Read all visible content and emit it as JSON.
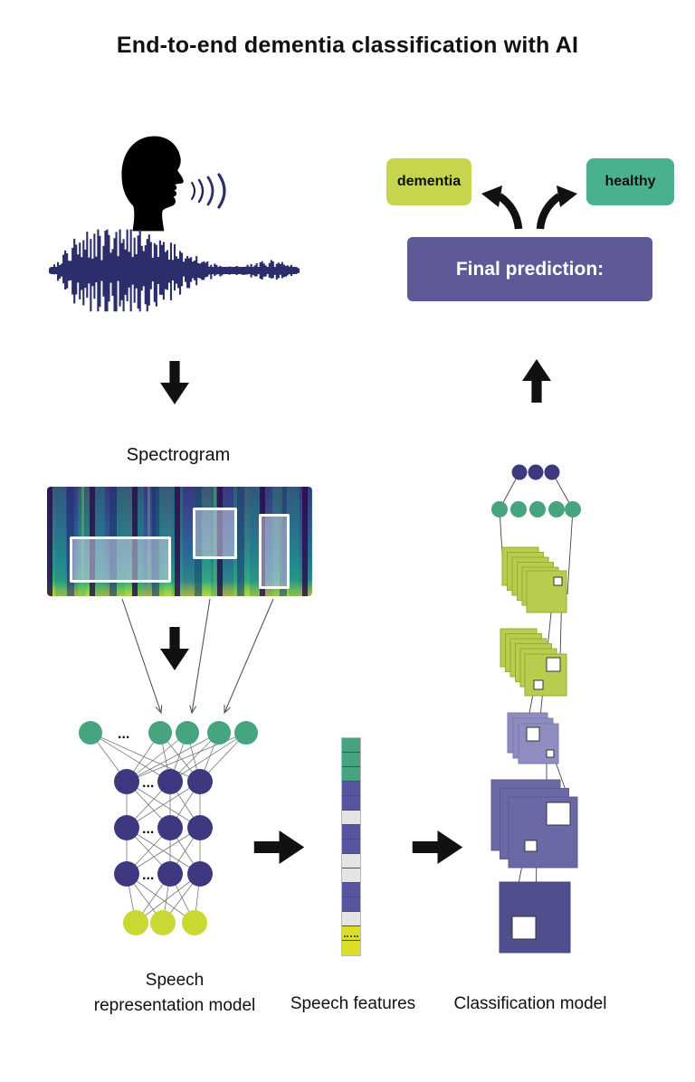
{
  "title": "End-to-end dementia classification with AI",
  "colors": {
    "navy": "#2b2e6b",
    "teal-node": "#46a47e",
    "purple-node": "#3e3880",
    "yellow-node": "#c9d832",
    "dementia-bg": "#c6d44e",
    "healthy-bg": "#49b18c",
    "prediction-bg": "#5d5a97",
    "yellow-stack": "#b9cc4d",
    "lavender": "#8f8cc0",
    "mid-purple": "#6b68a6",
    "dark-purple": "#514e8d",
    "cell-teal": "#45a47f",
    "cell-purple": "#5a55a2",
    "cell-gray": "#e4e4e4",
    "cell-yellow": "#dade25"
  },
  "prediction": {
    "label": "Final prediction:",
    "classes": [
      {
        "label": "dementia"
      },
      {
        "label": "healthy"
      }
    ]
  },
  "spectrogram": {
    "label": "Spectrogram"
  },
  "network": {
    "ellipsis": "..."
  },
  "speech_features": {
    "cells": [
      "teal",
      "teal",
      "teal",
      "purple",
      "purple",
      "gray",
      "purple",
      "purple",
      "gray",
      "gray",
      "purple",
      "purple",
      "gray",
      "yellow-dotted",
      "yellow"
    ]
  },
  "labels": {
    "speech_representation_model": "Speech representation model",
    "speech_features": "Speech features",
    "classification_model": "Classification model"
  }
}
